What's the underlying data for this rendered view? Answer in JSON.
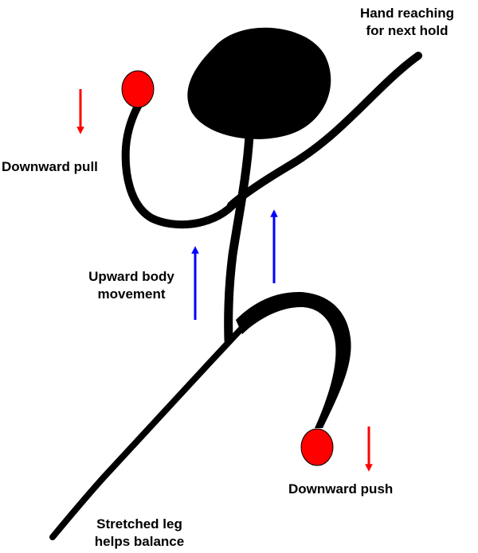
{
  "labels": {
    "reach": [
      "Hand reaching",
      "for next hold"
    ],
    "pull": [
      "Downward pull"
    ],
    "upward": [
      "Upward body",
      "movement"
    ],
    "push": [
      "Downward push"
    ],
    "balance": [
      "Stretched leg",
      "helps balance"
    ]
  },
  "colors": {
    "figure": "#000000",
    "hold": "#ff0000",
    "down_arrow": "#ff0000",
    "up_arrow": "#0000ff"
  }
}
